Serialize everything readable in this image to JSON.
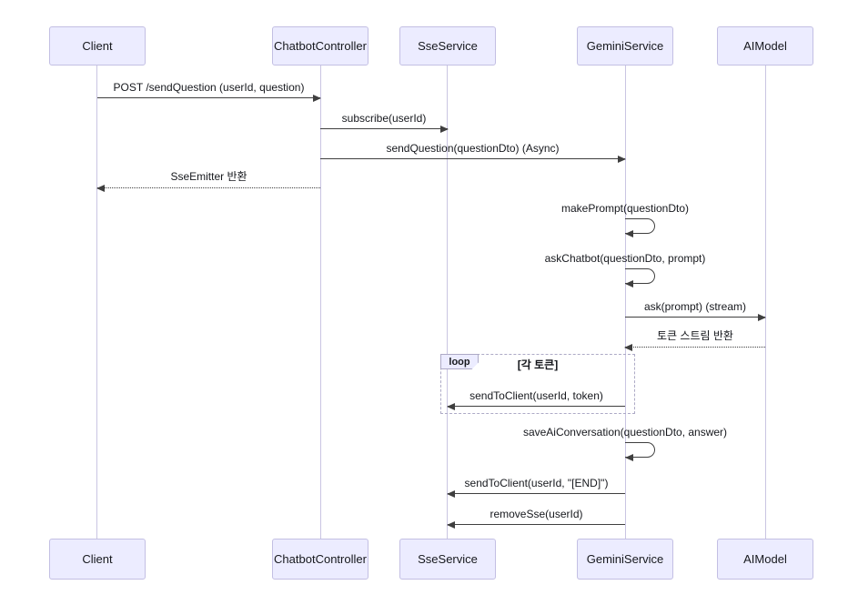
{
  "diagram_type": "sequence-diagram",
  "actors": [
    {
      "name": "Client"
    },
    {
      "name": "ChatbotController"
    },
    {
      "name": "SseService"
    },
    {
      "name": "GeminiService"
    },
    {
      "name": "AIModel"
    }
  ],
  "messages": [
    {
      "label": "POST /sendQuestion (userId, question)",
      "from": "Client",
      "to": "ChatbotController",
      "line": "solid"
    },
    {
      "label": "subscribe(userId)",
      "from": "ChatbotController",
      "to": "SseService",
      "line": "solid"
    },
    {
      "label": "sendQuestion(questionDto) (Async)",
      "from": "ChatbotController",
      "to": "GeminiService",
      "line": "solid"
    },
    {
      "label": "SseEmitter 반환",
      "from": "ChatbotController",
      "to": "Client",
      "line": "dotted"
    },
    {
      "label": "makePrompt(questionDto)",
      "from": "GeminiService",
      "to": "GeminiService",
      "line": "self"
    },
    {
      "label": "askChatbot(questionDto, prompt)",
      "from": "GeminiService",
      "to": "GeminiService",
      "line": "self"
    },
    {
      "label": "ask(prompt) (stream)",
      "from": "GeminiService",
      "to": "AIModel",
      "line": "solid"
    },
    {
      "label": "토큰 스트림 반환",
      "from": "AIModel",
      "to": "GeminiService",
      "line": "dotted"
    },
    {
      "label": "sendToClient(userId, token)",
      "from": "GeminiService",
      "to": "SseService",
      "line": "solid"
    },
    {
      "label": "saveAiConversation(questionDto, answer)",
      "from": "GeminiService",
      "to": "GeminiService",
      "line": "self"
    },
    {
      "label": "sendToClient(userId, \"[END]\")",
      "from": "GeminiService",
      "to": "SseService",
      "line": "solid"
    },
    {
      "label": "removeSse(userId)",
      "from": "GeminiService",
      "to": "SseService",
      "line": "solid"
    }
  ],
  "loop_fragment": {
    "label": "loop",
    "condition": "[각 토큰]",
    "contains": [
      "sendToClient(userId, token)"
    ]
  },
  "colors": {
    "bg": "#ffffff",
    "actor_fill": "#ECECFF",
    "actor_border": "#c3bfe3",
    "lifeline": "#c9c5e2",
    "arrow": "#3f3f3f",
    "loop_border": "#adaac6",
    "text": "#16181d"
  }
}
